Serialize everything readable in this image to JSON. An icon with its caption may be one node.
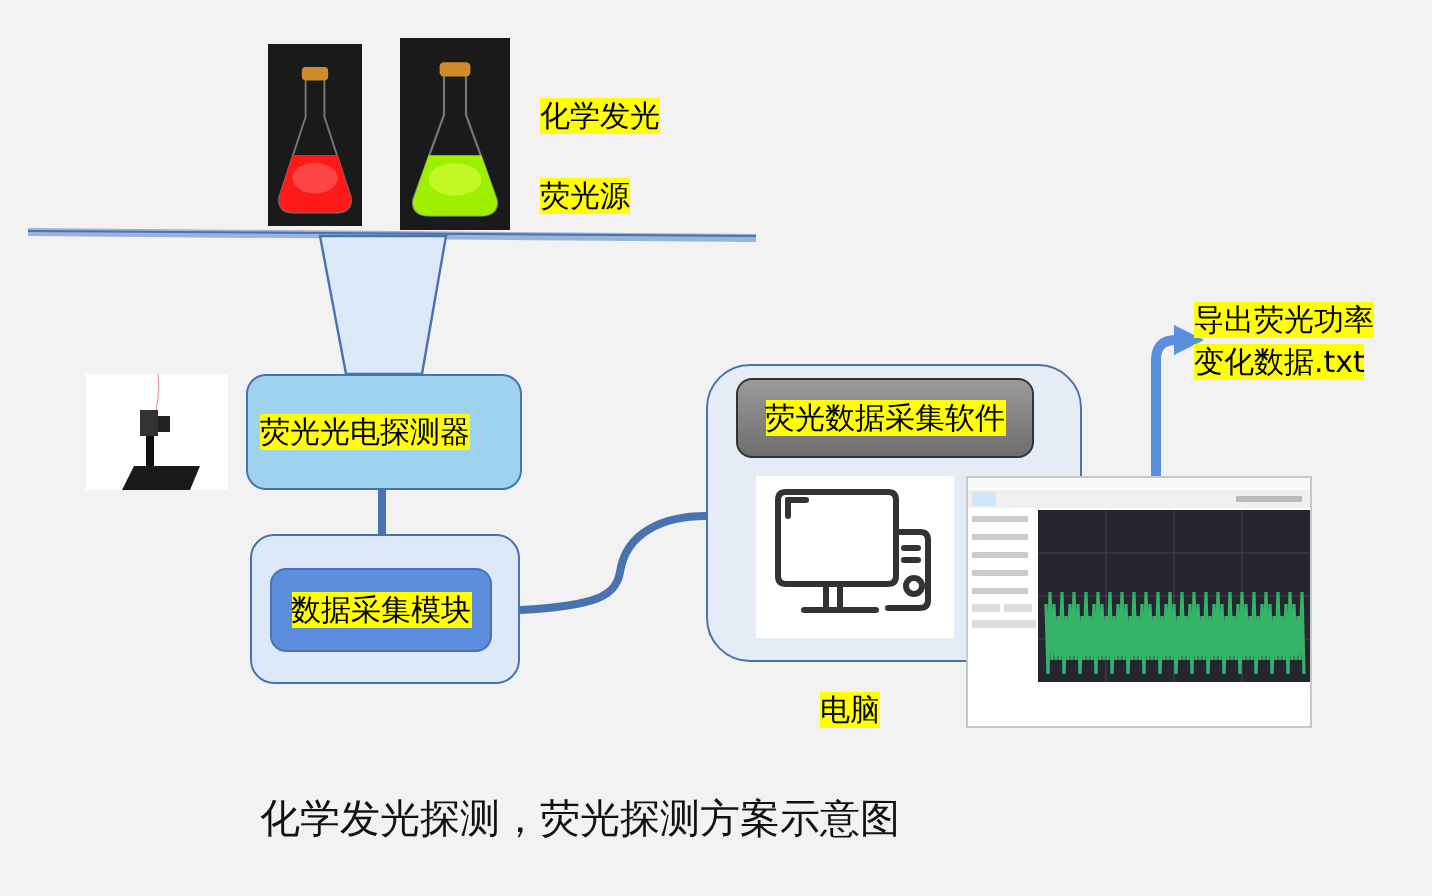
{
  "diagram": {
    "caption": "化学发光探测，荧光探测方案示意图",
    "nodes": [
      {
        "text": [],
        "shape": "picture"
      },
      {
        "text": [],
        "shape": "picture"
      },
      {
        "text": [],
        "shape": "picture"
      },
      {
        "text": [
          "荧光光电探测器"
        ]
      },
      {
        "text": [],
        "shape": "box"
      },
      {
        "text": [
          "数据采集模块"
        ],
        "in": 4
      },
      {
        "text": [
          "电脑"
        ]
      },
      {
        "text": [
          "荧光数据采集软件"
        ],
        "in": 6
      },
      {
        "text": [],
        "shape": "picture",
        "in": 6
      },
      {
        "text": [],
        "shape": "picture"
      },
      {
        "text": [
          "导出荧光功率变化数据.txt"
        ]
      }
    ],
    "edges": [
      {
        "from": 3,
        "to": 4,
        "arrow": "none"
      },
      {
        "from": 4,
        "to": 6,
        "arrow": "none"
      },
      {
        "from": 9,
        "to": 10,
        "arrow": "to",
        "color": "#5b8fdd"
      }
    ],
    "labels": [
      "化学发光",
      "荧光源"
    ]
  }
}
